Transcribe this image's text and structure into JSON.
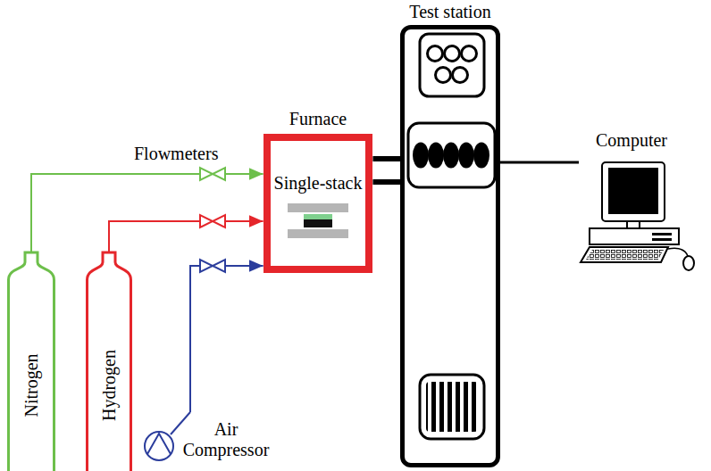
{
  "diagram": {
    "nodes": [
      {
        "text": [
          "Nitrogen"
        ]
      },
      {
        "text": [
          "Hydrogen"
        ]
      },
      {
        "text": [
          "Air Compressor"
        ]
      },
      {
        "text": [
          "Furnace",
          "Single-stack"
        ]
      },
      {
        "text": [
          "Test station"
        ]
      },
      {
        "text": [
          "Computer"
        ]
      }
    ],
    "edges": [
      {
        "from": 0,
        "to": 3,
        "arrow": "to"
      },
      {
        "from": 1,
        "to": 3,
        "arrow": "to"
      },
      {
        "from": 2,
        "to": 3,
        "arrow": "to"
      },
      {
        "from": 3,
        "to": 4,
        "arrow": "none"
      },
      {
        "from": 3,
        "to": 4,
        "arrow": "none"
      },
      {
        "from": 4,
        "to": 5,
        "arrow": "none"
      }
    ],
    "labels": [
      "Flowmeters"
    ]
  }
}
